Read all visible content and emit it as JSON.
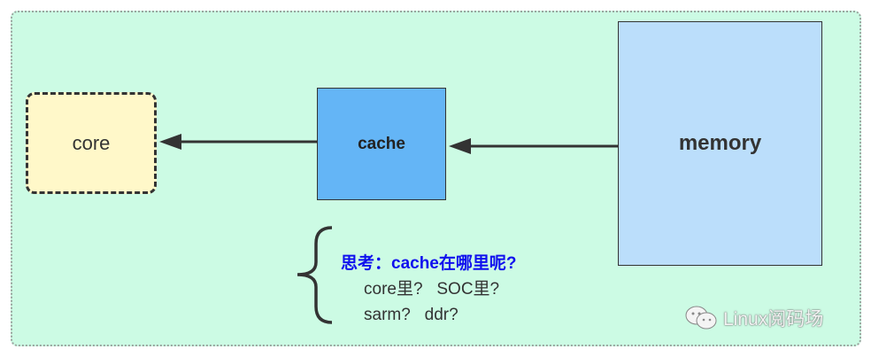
{
  "diagram": {
    "nodes": {
      "core": "core",
      "cache": "cache",
      "memory": "memory"
    },
    "edges": [
      {
        "from": "memory",
        "to": "cache"
      },
      {
        "from": "cache",
        "to": "core"
      }
    ],
    "note": {
      "question": "思考：cache在哪里呢?",
      "line1": "core里?   SOC里?",
      "line2": "sarm?   ddr?"
    },
    "watermark": "Linux阅码场",
    "colors": {
      "background": "#ccfbe4",
      "core_fill": "#fff8c9",
      "cache_fill": "#64b5f6",
      "memory_fill": "#bbdefb",
      "question_text": "#1010ee"
    }
  }
}
